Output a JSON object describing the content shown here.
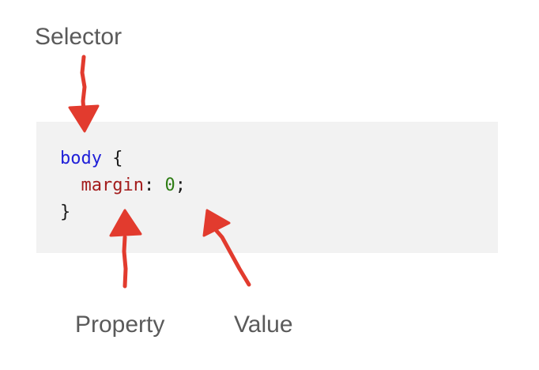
{
  "labels": {
    "selector": "Selector",
    "property": "Property",
    "value": "Value"
  },
  "code": {
    "line1": {
      "selector": "body",
      "open_brace": " {"
    },
    "line2": {
      "indent": "  ",
      "property": "margin",
      "colon": ": ",
      "value": "0",
      "semicolon": ";"
    },
    "line3": {
      "close_brace": "}"
    }
  },
  "colors": {
    "arrow": "#e23b2e",
    "label_text": "#5a5a5a",
    "code_background": "#f2f2f2",
    "selector_token": "#1f1fd8",
    "property_token": "#a31c1c",
    "value_token": "#2e7d14"
  }
}
